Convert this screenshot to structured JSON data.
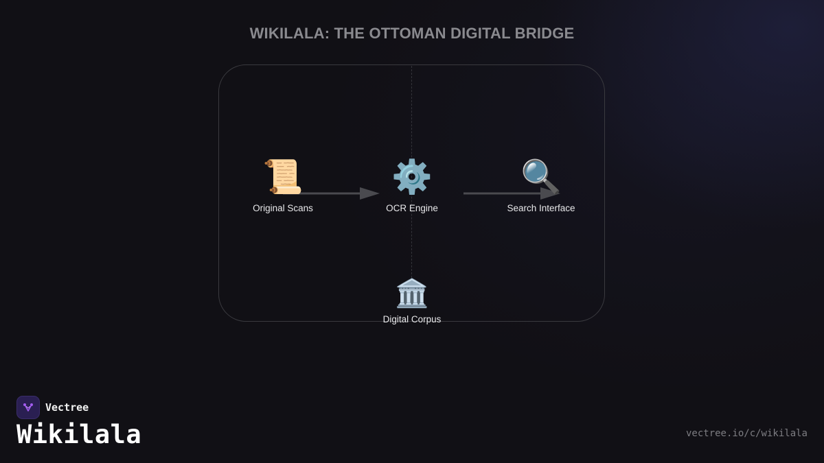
{
  "title": "WIKILALA: THE OTTOMAN DIGITAL BRIDGE",
  "nodes": {
    "scans": {
      "label": "Original Scans",
      "icon": "scroll-icon",
      "glyph": "📜"
    },
    "ocr": {
      "label": "OCR Engine",
      "icon": "gear-icon",
      "glyph": "⚙️"
    },
    "search": {
      "label": "Search Interface",
      "icon": "magnifier-icon",
      "glyph": "🔍"
    },
    "corpus": {
      "label": "Digital Corpus",
      "icon": "classical-building-icon",
      "glyph": "🏛️"
    }
  },
  "edges": [
    {
      "from": "Original Scans",
      "to": "OCR Engine"
    },
    {
      "from": "OCR Engine",
      "to": "Search Interface"
    },
    {
      "from": "OCR Engine",
      "to": "Digital Corpus",
      "style": "dashed"
    }
  ],
  "footer": {
    "brand": "Vectree",
    "project": "Wikilala",
    "url": "vectree.io/c/wikilala"
  },
  "colors": {
    "background": "#111015",
    "title": "#8a8a8f",
    "frame": "#3a3a3f",
    "arrow": "#4a4a4f",
    "brand_logo": "#2a1f52",
    "brand_accent": "#a35cf0"
  }
}
